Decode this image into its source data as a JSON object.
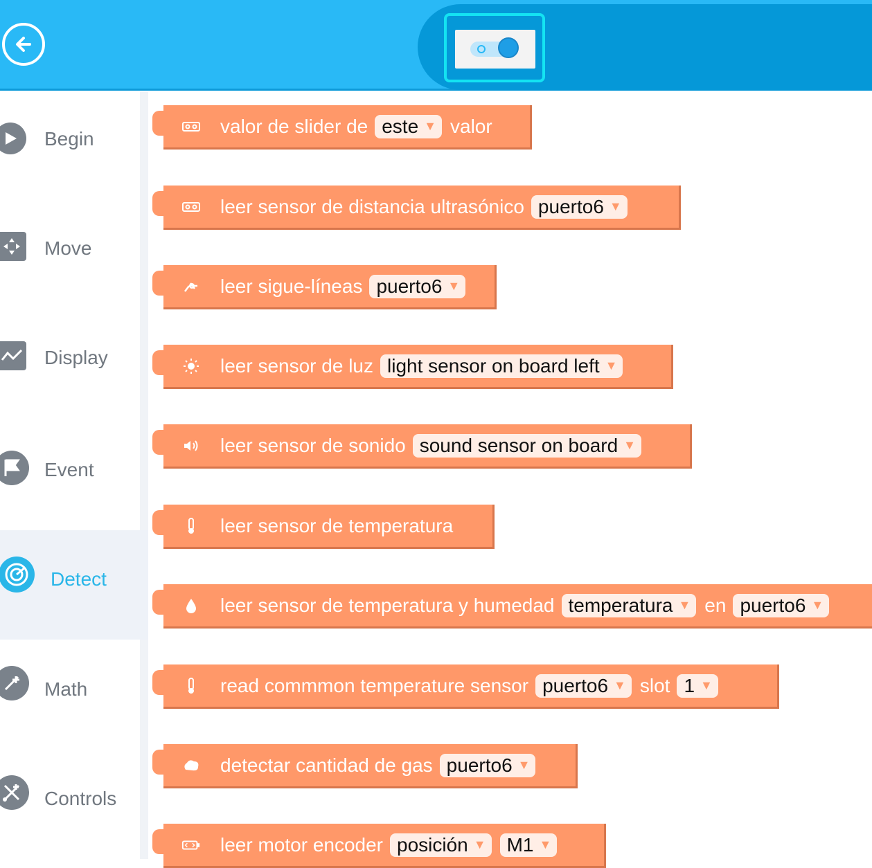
{
  "sidebar": {
    "categories": [
      {
        "label": "Begin",
        "icon": "play-icon"
      },
      {
        "label": "Move",
        "icon": "dpad-icon"
      },
      {
        "label": "Display",
        "icon": "chart-line-icon"
      },
      {
        "label": "Event",
        "icon": "flag-icon"
      },
      {
        "label": "Detect",
        "icon": "radar-icon",
        "active": true
      },
      {
        "label": "Math",
        "icon": "math-icon"
      },
      {
        "label": "Controls",
        "icon": "controls-icon"
      }
    ]
  },
  "blocks": [
    {
      "parts": [
        "valor de slider de"
      ],
      "dd1": "este",
      "after": "valor",
      "icon": "slider-sensor-icon"
    },
    {
      "parts": [
        "leer sensor de distancia ultrasónico"
      ],
      "dd1": "puerto6",
      "icon": "ultrasonic-icon"
    },
    {
      "parts": [
        "leer sigue-líneas"
      ],
      "dd1": "puerto6",
      "icon": "line-follower-icon"
    },
    {
      "parts": [
        "leer sensor de luz"
      ],
      "dd1": "light sensor on board left",
      "icon": "light-icon"
    },
    {
      "parts": [
        "leer sensor de sonido"
      ],
      "dd1": "sound sensor on board",
      "icon": "sound-icon"
    },
    {
      "parts": [
        "leer sensor de temperatura"
      ],
      "icon": "thermometer-icon"
    },
    {
      "parts": [
        "leer sensor de temperatura y humedad"
      ],
      "dd1": "temperatura",
      "mid": "en",
      "dd2": "puerto6",
      "icon": "humidity-icon"
    },
    {
      "parts": [
        "read commmon temperature sensor"
      ],
      "dd1": "puerto6",
      "mid": "slot",
      "dd2": "1",
      "icon": "thermometer-icon"
    },
    {
      "parts": [
        "detectar cantidad de gas"
      ],
      "dd1": "puerto6",
      "icon": "gas-icon"
    },
    {
      "parts": [
        "leer motor encoder"
      ],
      "dd1": "posición",
      "dd2": "M1",
      "icon": "encoder-icon"
    }
  ],
  "colors": {
    "header": "#29b9f6",
    "panel": "#0598d8",
    "block": "#ff9869",
    "accent": "#2ab6e8"
  }
}
